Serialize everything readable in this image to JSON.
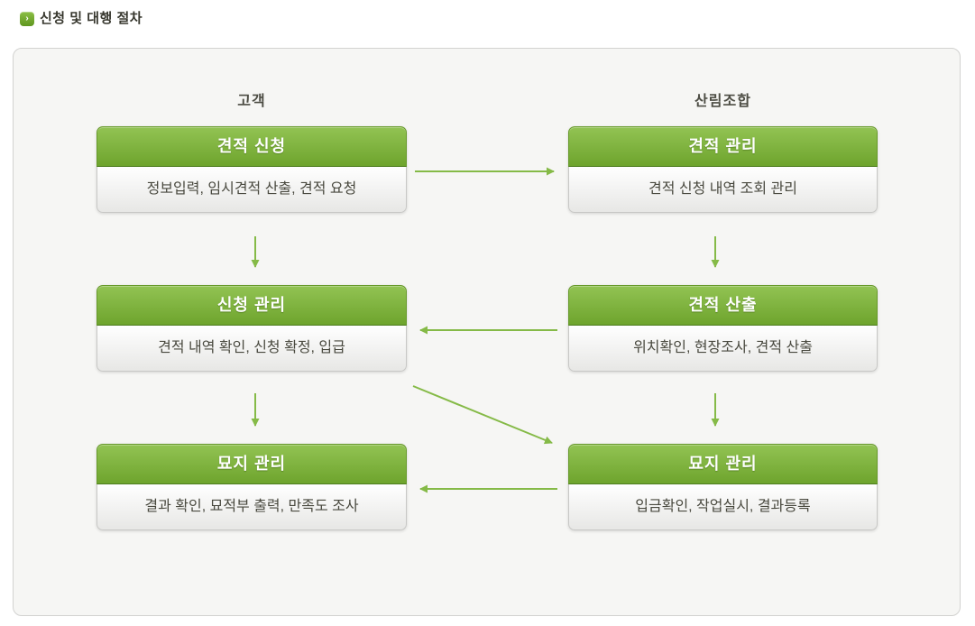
{
  "page": {
    "title": "신청 및 대행 절차",
    "title_bullet": "›"
  },
  "diagram": {
    "columns": [
      {
        "label": "고객",
        "boxes": [
          {
            "title": "견적 신청",
            "desc": "정보입력, 임시견적 산출, 견적 요청"
          },
          {
            "title": "신청 관리",
            "desc": "견적 내역 확인, 신청 확정, 입급"
          },
          {
            "title": "묘지 관리",
            "desc": "결과 확인, 묘적부 출력, 만족도 조사"
          }
        ]
      },
      {
        "label": "산림조합",
        "boxes": [
          {
            "title": "견적 관리",
            "desc": "견적 신청 내역 조회 관리"
          },
          {
            "title": "견적 산출",
            "desc": "위치확인, 현장조사, 견적 산출"
          },
          {
            "title": "묘지 관리",
            "desc": "입금확인, 작업실시, 결과등록"
          }
        ]
      }
    ],
    "connections": [
      {
        "from": "고객/견적 신청",
        "to": "산림조합/견적 관리",
        "direction": "right"
      },
      {
        "from": "고객/견적 신청",
        "to": "고객/신청 관리",
        "direction": "down"
      },
      {
        "from": "산림조합/견적 관리",
        "to": "산림조합/견적 산출",
        "direction": "down"
      },
      {
        "from": "산림조합/견적 산출",
        "to": "고객/신청 관리",
        "direction": "left"
      },
      {
        "from": "고객/신청 관리",
        "to": "고객/묘지 관리",
        "direction": "down"
      },
      {
        "from": "산림조합/견적 산출",
        "to": "산림조합/묘지 관리",
        "direction": "down"
      },
      {
        "from": "고객/신청 관리",
        "to": "산림조합/묘지 관리",
        "direction": "diagonal-down-right"
      },
      {
        "from": "산림조합/묘지 관리",
        "to": "고객/묘지 관리",
        "direction": "left"
      }
    ]
  },
  "colors": {
    "accent_green": "#6ea42d",
    "header_gradient_top": "#92c353",
    "header_gradient_bottom": "#6ea42d",
    "arrow_green": "#85ba47",
    "panel_background": "#f6f6f4",
    "panel_border": "#d2d2d0",
    "body_text": "#49493f",
    "title_text": "#38382f"
  }
}
